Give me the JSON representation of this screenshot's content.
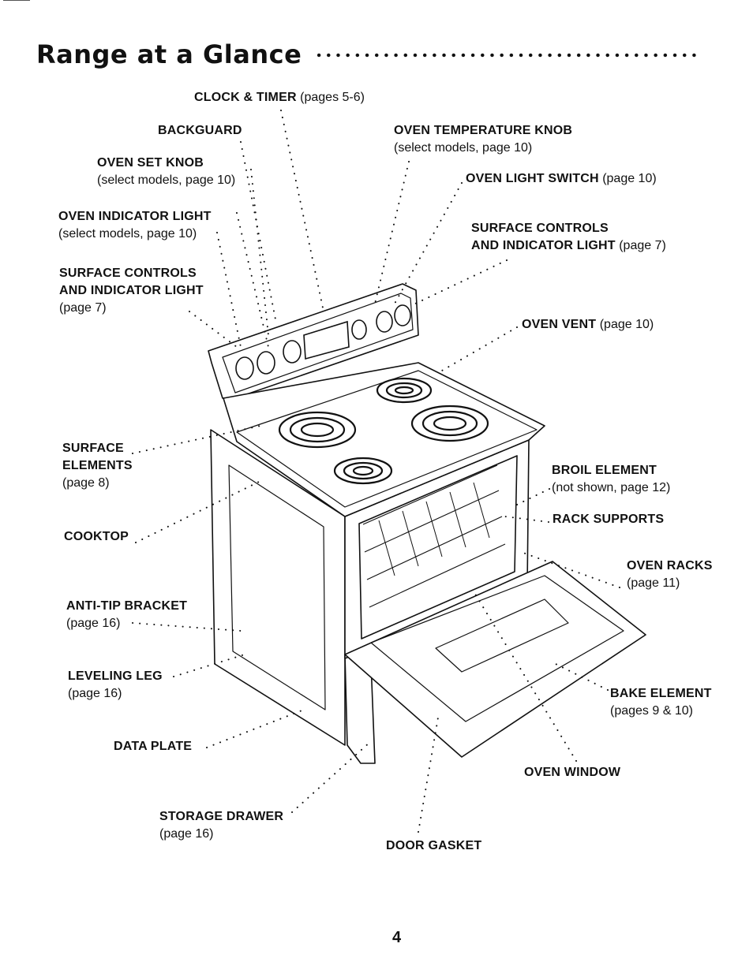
{
  "header": {
    "title": "Range at a Glance"
  },
  "labels": {
    "clock_timer": {
      "name": "CLOCK & TIMER",
      "detail": "(pages 5-6)"
    },
    "backguard": {
      "name": "BACKGUARD"
    },
    "oven_temperature_knob": {
      "name": "OVEN TEMPERATURE KNOB",
      "detail": "(select models, page 10)"
    },
    "oven_set_knob": {
      "name": "OVEN SET KNOB",
      "detail": "(select models, page 10)"
    },
    "oven_light_switch": {
      "name": "OVEN LIGHT SWITCH",
      "detail": "(page 10)"
    },
    "oven_indicator_light": {
      "name": "OVEN INDICATOR LIGHT",
      "detail": "(select models, page 10)"
    },
    "surface_controls_right": {
      "name_line1": "SURFACE CONTROLS",
      "name_line2": "AND INDICATOR LIGHT",
      "detail": "(page 7)"
    },
    "surface_controls_left": {
      "name_line1": "SURFACE CONTROLS",
      "name_line2": "AND INDICATOR LIGHT",
      "detail": "(page 7)"
    },
    "oven_vent": {
      "name": "OVEN VENT",
      "detail": "(page 10)"
    },
    "surface_elements": {
      "name_line1": "SURFACE",
      "name_line2": "ELEMENTS",
      "detail": "(page 8)"
    },
    "broil_element": {
      "name": "BROIL ELEMENT",
      "detail": "(not shown, page 12)"
    },
    "rack_supports": {
      "name": "RACK SUPPORTS"
    },
    "cooktop": {
      "name": "COOKTOP"
    },
    "oven_racks": {
      "name": "OVEN RACKS",
      "detail": "(page 11)"
    },
    "anti_tip_bracket": {
      "name": "ANTI-TIP BRACKET",
      "detail": "(page 16)"
    },
    "leveling_leg": {
      "name": "LEVELING LEG",
      "detail": "(page 16)"
    },
    "bake_element": {
      "name": "BAKE ELEMENT",
      "detail": "(pages 9 & 10)"
    },
    "data_plate": {
      "name": "DATA PLATE"
    },
    "oven_window": {
      "name": "OVEN WINDOW"
    },
    "storage_drawer": {
      "name": "STORAGE DRAWER",
      "detail": "(page 16)"
    },
    "door_gasket": {
      "name": "DOOR GASKET"
    }
  },
  "footer": {
    "page_number": "4"
  }
}
